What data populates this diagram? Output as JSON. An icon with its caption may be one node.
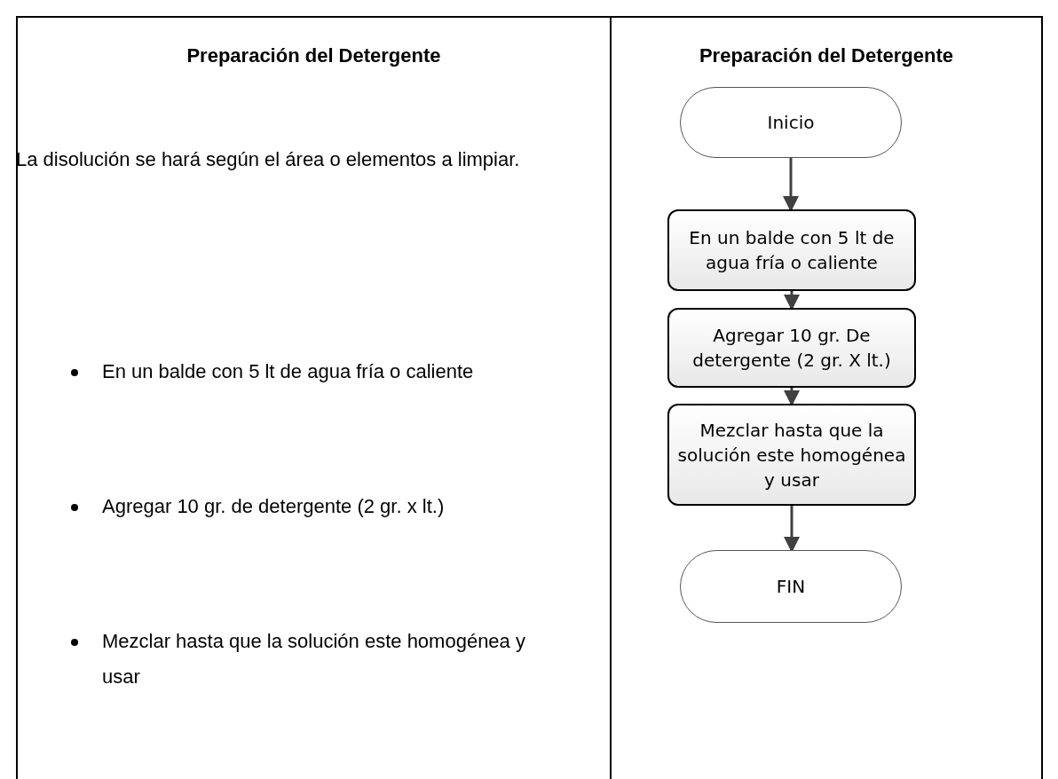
{
  "diagram": {
    "nodes": [
      {
        "text": [
          "Inicio"
        ]
      },
      {
        "text": [
          "En un balde con 5 lt de agua fría o caliente"
        ]
      },
      {
        "text": [
          "Agregar 10 gr. De detergente (2 gr. X lt.)"
        ]
      },
      {
        "text": [
          "Mezclar hasta que la solución este homogénea y usar"
        ]
      },
      {
        "text": [
          "FIN"
        ]
      }
    ],
    "edges": [
      {
        "from": 0,
        "to": 1,
        "arrow": "to"
      },
      {
        "from": 1,
        "to": 2,
        "arrow": "to"
      },
      {
        "from": 2,
        "to": 3,
        "arrow": "to"
      },
      {
        "from": 3,
        "to": 4,
        "arrow": "to"
      }
    ],
    "labels": [
      "Preparación del Detergente",
      "Preparación del Detergente",
      "La disolución se hará según el área o elementos a limpiar.",
      "En un balde con 5 lt de agua fría o caliente",
      "Agregar 10 gr. de detergente (2 gr. x lt.)",
      "Mezclar hasta que la solución este homogénea y usar"
    ]
  }
}
